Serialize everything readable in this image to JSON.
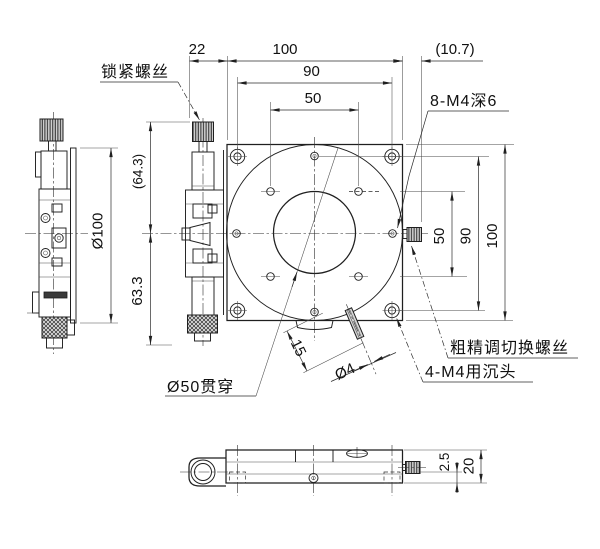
{
  "labels": {
    "lock_screw": "锁紧螺丝",
    "tapped_holes": "8-M4深6",
    "coarse_fine_switch": "粗精调切换螺丝",
    "countersink_holes": "4-M4用沉头",
    "through_hole": "Ø50贯穿"
  },
  "dims": {
    "top_offset": "22",
    "top_width": "100",
    "top_overhang": "(10.7)",
    "top_bolt_span": "90",
    "top_hole_span": "50",
    "right_hole_span": "50",
    "right_bolt_span": "90",
    "right_height": "100",
    "left_upper": "(64.3)",
    "left_lower": "63.3",
    "platform_dia": "Ø100",
    "tab_offset": "15",
    "pin_dia": "Ø4",
    "base_step": "2.5",
    "base_thickness": "20"
  }
}
